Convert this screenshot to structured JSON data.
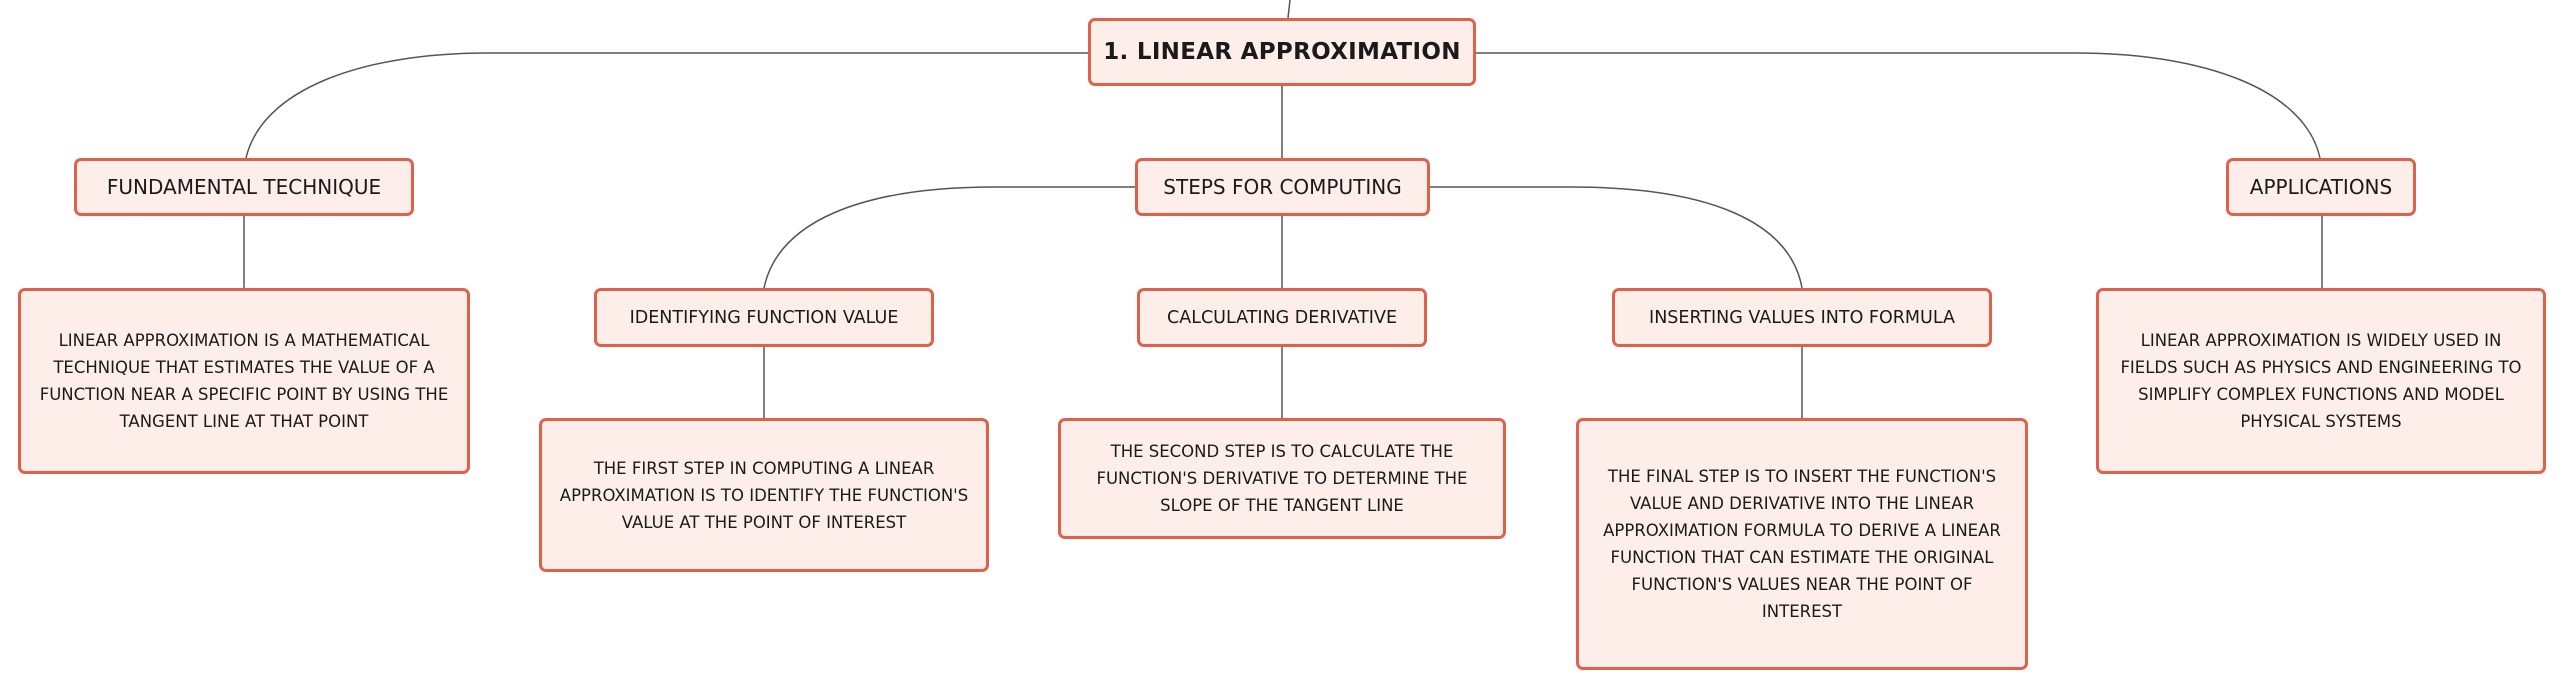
{
  "colors": {
    "node_fill": "#fdeeea",
    "node_border": "#e0614a",
    "connector": "#555555"
  },
  "root": {
    "label": "1. LINEAR APPROXIMATION"
  },
  "branches": {
    "fundamental": {
      "label": "FUNDAMENTAL TECHNIQUE",
      "detail": "LINEAR APPROXIMATION IS A MATHEMATICAL TECHNIQUE THAT ESTIMATES THE VALUE OF A FUNCTION NEAR A SPECIFIC POINT BY USING THE TANGENT LINE AT THAT POINT"
    },
    "steps": {
      "label": "STEPS FOR COMPUTING",
      "items": [
        {
          "label": "IDENTIFYING FUNCTION VALUE",
          "detail": "THE FIRST STEP IN COMPUTING A LINEAR APPROXIMATION IS TO IDENTIFY THE FUNCTION'S VALUE AT THE POINT OF INTEREST"
        },
        {
          "label": "CALCULATING DERIVATIVE",
          "detail": "THE SECOND STEP IS TO CALCULATE THE FUNCTION'S DERIVATIVE TO DETERMINE THE SLOPE OF THE TANGENT LINE"
        },
        {
          "label": "INSERTING VALUES INTO FORMULA",
          "detail": "THE FINAL STEP IS TO INSERT THE FUNCTION'S VALUE AND DERIVATIVE INTO THE LINEAR APPROXIMATION FORMULA TO DERIVE A LINEAR FUNCTION THAT CAN ESTIMATE THE ORIGINAL FUNCTION'S VALUES NEAR THE POINT OF INTEREST"
        }
      ]
    },
    "applications": {
      "label": "APPLICATIONS",
      "detail": "LINEAR APPROXIMATION IS WIDELY USED IN FIELDS SUCH AS PHYSICS AND ENGINEERING TO SIMPLIFY COMPLEX FUNCTIONS AND MODEL PHYSICAL SYSTEMS"
    }
  }
}
